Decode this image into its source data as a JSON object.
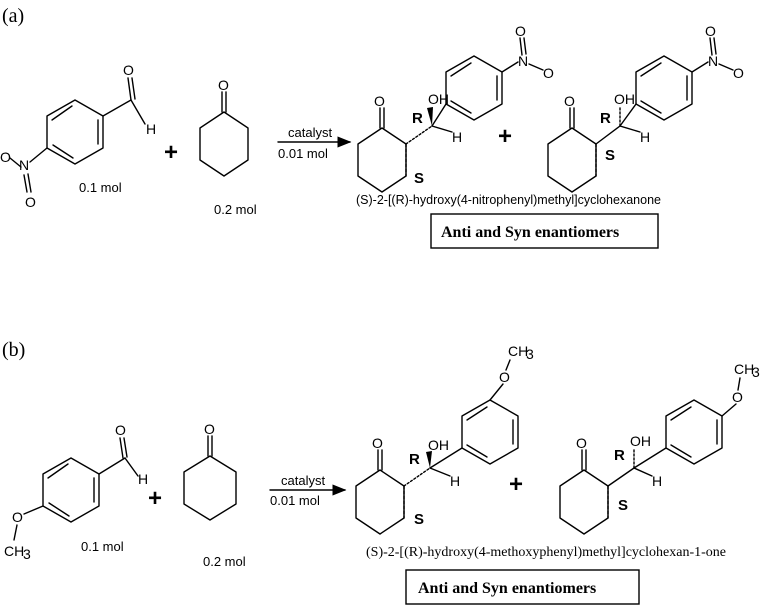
{
  "panel_a": {
    "label": "(a)",
    "reactant1_amount": "0.1 mol",
    "reactant2_amount": "0.2 mol",
    "plus": "+",
    "catalyst_label": "catalyst",
    "catalyst_amount": "0.01 mol",
    "product_name": "(S)-2-[(R)-hydroxy(4-nitrophenyl)methyl]cyclohexanone",
    "box_label": "Anti and Syn enantiomers",
    "stereo_1_R": "R",
    "stereo_1_S": "S",
    "stereo_2_R": "R",
    "stereo_2_S": "S",
    "atoms": {
      "O": "O",
      "OH": "OH",
      "H": "H",
      "N": "N",
      "CH3": "CH",
      "sub3": "3"
    }
  },
  "panel_b": {
    "label": "(b)",
    "reactant1_amount": "0.1 mol",
    "reactant2_amount": "0.2 mol",
    "plus": "+",
    "catalyst_label": "catalyst",
    "catalyst_amount": "0.01 mol",
    "product_name": "(S)-2-[(R)-hydroxy(4-methoxyphenyl)methyl]cyclohexan-1-one",
    "box_label": "Anti and Syn enantiomers",
    "stereo_1_R": "R",
    "stereo_1_S": "S",
    "stereo_2_R": "R",
    "stereo_2_S": "S"
  }
}
